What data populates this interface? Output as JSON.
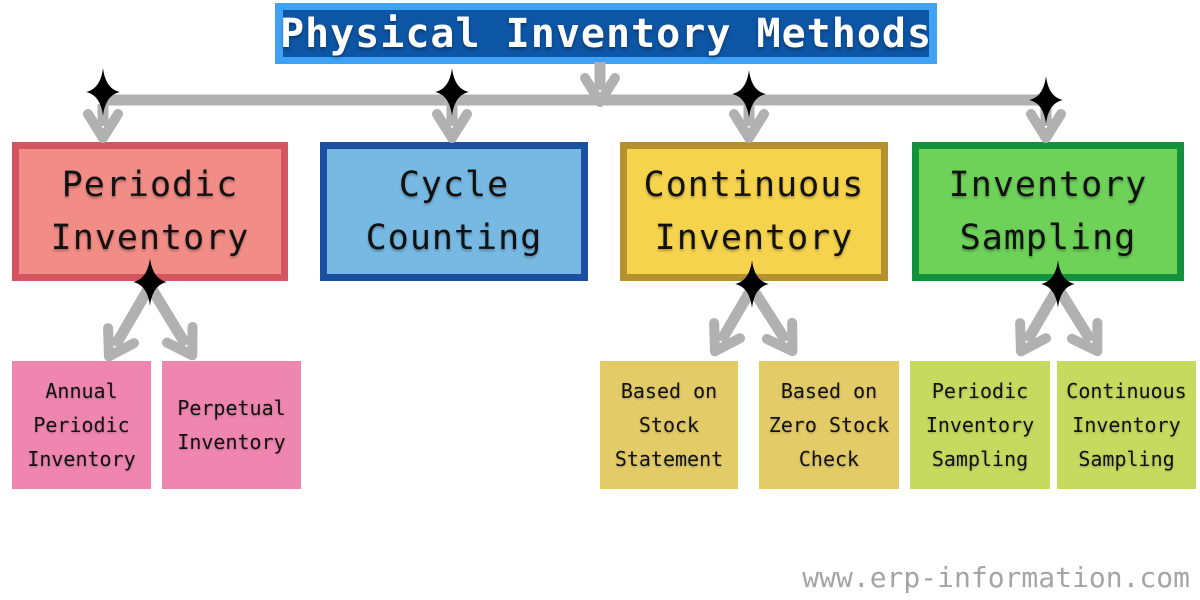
{
  "title": "Physical Inventory Methods",
  "watermark": "www.erp-information.com",
  "palette": {
    "title_border": "#3fa2f4",
    "title_bg": "#0d55a5",
    "title_text": "#ffffff",
    "connector_gray": "#b1b1b1",
    "star_black": "#000000",
    "watermark_gray": "#a5a5a5"
  },
  "methods": [
    {
      "label": "Periodic\nInventory",
      "fill": "#f18c86",
      "border": "#d4545f",
      "children": [
        {
          "label": "Annual\nPeriodic\nInventory",
          "fill": "#ee86b0"
        },
        {
          "label": "Perpetual\nInventory",
          "fill": "#ee86b0"
        }
      ]
    },
    {
      "label": "Cycle\nCounting",
      "fill": "#77b9e2",
      "border": "#1b4f9f",
      "children": []
    },
    {
      "label": "Continuous\nInventory",
      "fill": "#f6d34c",
      "border": "#b59130",
      "children": [
        {
          "label": "Based on\nStock\nStatement",
          "fill": "#e3cb67"
        },
        {
          "label": "Based on\nZero Stock\nCheck",
          "fill": "#e3cb67"
        }
      ]
    },
    {
      "label": "Inventory\nSampling",
      "fill": "#6ed158",
      "border": "#14913c",
      "children": [
        {
          "label": "Periodic\nInventory\nSampling",
          "fill": "#c5da5e"
        },
        {
          "label": "Continuous\nInventory\nSampling",
          "fill": "#c5da5e"
        }
      ]
    }
  ]
}
